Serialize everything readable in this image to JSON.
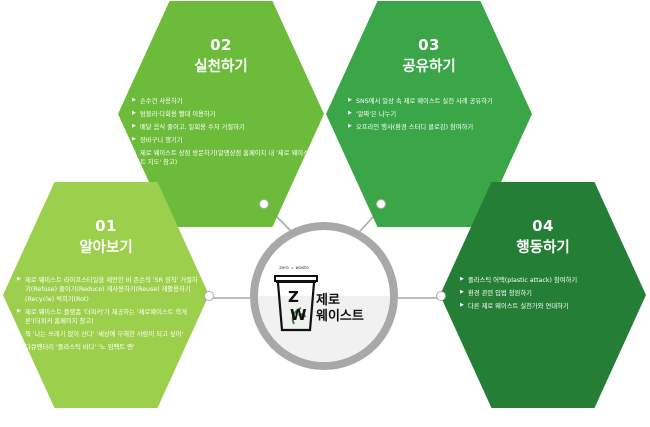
{
  "center": {
    "cup_subtitle": "zero = waste",
    "cup_z": "Z",
    "cup_w": "W",
    "title_line1": "제로",
    "title_line2": "웨이스트"
  },
  "colors": {
    "hex_02": "#6dbb3a",
    "hex_03": "#3aa648",
    "hex_01": "#9ccf4c",
    "hex_04": "#247e36",
    "connector": "#aaaaaa"
  },
  "bullet_icon": "triangle-right-icon",
  "bullet": "▶",
  "sections": {
    "s02": {
      "num": "02",
      "title": "실천하기",
      "items": [
        "손수건 사용하기",
        "텀블러·다회용 빨대 이용하기",
        "배달 음식 줄이고, 일회용 수저 거절하기",
        "장바구니 챙기기",
        "제로 웨이스트 상점 방문하기(알맹상점 홈페이지 내 '제로 웨이스트 지도' 참고)"
      ]
    },
    "s03": {
      "num": "03",
      "title": "공유하기",
      "items": [
        "SNS에서 일상 속 제로 웨이스트 실천 사례 공유하기",
        "'알짜'은 나누기",
        "오프라인 행사(환경 스터디 클로깅) 참여하기"
      ]
    },
    "s01": {
      "num": "01",
      "title": "알아보기",
      "items": [
        "제로 웨이스트 라이프스타일을 제안한 비 존슨의 '5R 원칙' 거절하기(Refuse) 줄이기(Reduce) 재사용하기(Reuse) 재활용하기(Recycle) 썩히기(Rot)",
        "제로 웨이스트 플랫폼 '더피커'가 제공하는 '제로웨이스트 학개론'(더피커 홈페이지 참고)",
        "책 '나는 쓰레기 없이 산다' '세상에 무해한 사람이 되고 싶어'",
        "다큐멘터리 '플라스틱 바다' '노 임팩트 맨'"
      ]
    },
    "s04": {
      "num": "04",
      "title": "행동하기",
      "items": [
        "플라스틱 어택(plastic attack) 참여하기",
        "환경 관련 입법 청원하기",
        "다른 제로 웨이스트 실천가와 연대하기"
      ]
    }
  }
}
